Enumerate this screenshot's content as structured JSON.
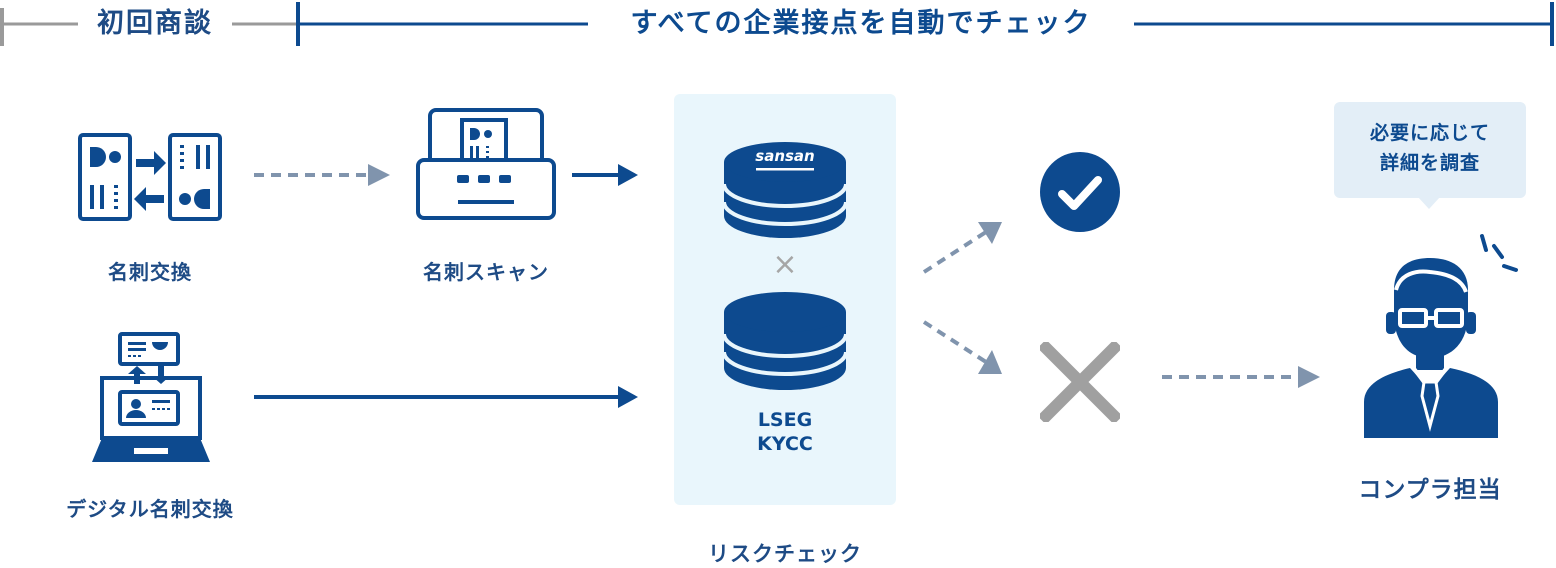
{
  "header": {
    "left_label": "初回商談",
    "right_label": "すべての企業接点を自動でチェック"
  },
  "nodes": {
    "card_exchange": "名刺交換",
    "card_scan": "名刺スキャン",
    "digital_card_exchange": "デジタル名刺交換",
    "risk_check": "リスクチェック",
    "compliance_officer": "コンプラ担当"
  },
  "databases": {
    "sansan_logo": "sansan",
    "times": "×",
    "lseg_line1": "LSEG",
    "lseg_line2": "KYCC"
  },
  "bubble": {
    "line1": "必要に応じて",
    "line2": "詳細を調査"
  },
  "colors": {
    "navy": "#0d4a8f",
    "label": "#1e4b85",
    "gray": "#9a9a9a",
    "arrow_dashed": "#8094ad",
    "panel": "#e9f6fc",
    "bubble": "#e3eef7"
  }
}
